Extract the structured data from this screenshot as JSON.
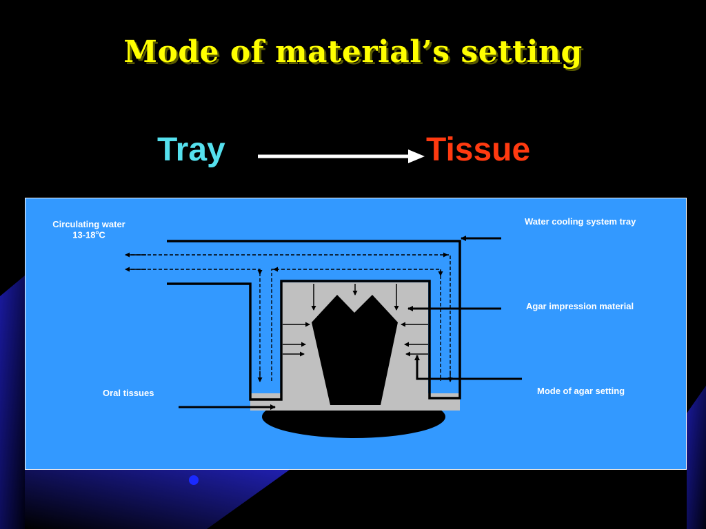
{
  "slide": {
    "title": "Mode of material’s setting",
    "from_word": "Tray",
    "to_word": "Tissue"
  },
  "diagram": {
    "labels": {
      "circulating_water": "Circulating water",
      "temperature_prefix": "13-18",
      "temperature_sup": "o",
      "temperature_unit": "C",
      "water_cooling_tray": "Water cooling system tray",
      "agar_impression": "Agar impression material",
      "oral_tissues": "Oral tissues",
      "agar_setting": "Mode of agar setting"
    }
  },
  "colors": {
    "background": "#000000",
    "title": "#ffff00",
    "tray": "#55e0ee",
    "tissue": "#ff3a10",
    "panel": "#3399ff",
    "material": "#c0c0c0"
  }
}
